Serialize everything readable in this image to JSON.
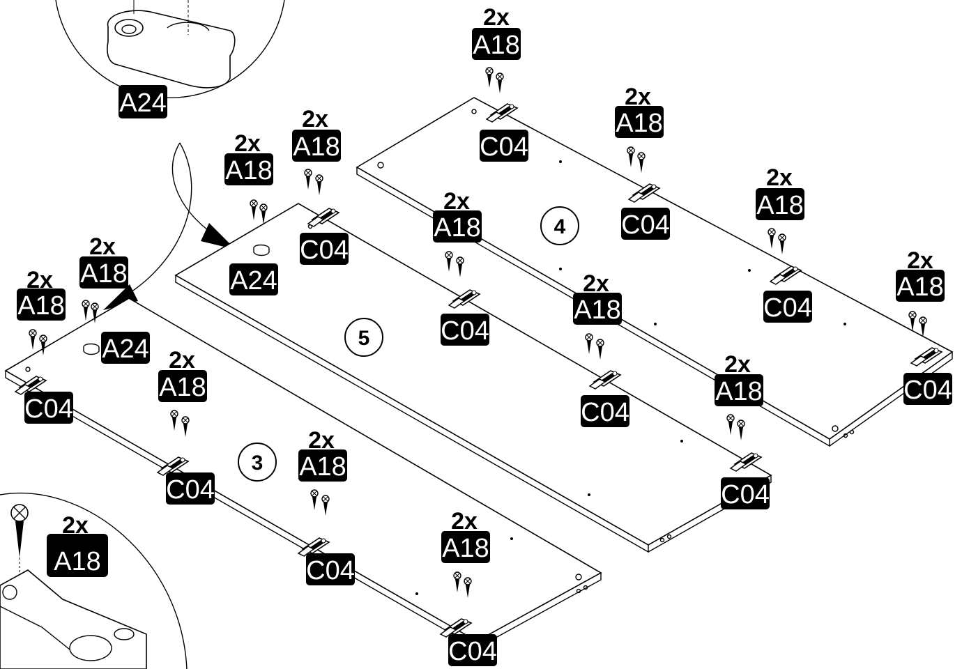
{
  "colors": {
    "ink": "#000000",
    "paper": "#ffffff",
    "label_text": "#ffffff"
  },
  "steps": {
    "panel_3": "3",
    "panel_4": "4",
    "panel_5": "5"
  },
  "detail_top": {
    "part": "A24"
  },
  "detail_bottom": {
    "qty": "2x",
    "part": "A18"
  },
  "hinge_labels": {
    "qty": "2x",
    "screw": "A18",
    "hinge": "C04",
    "cam": "A24"
  }
}
